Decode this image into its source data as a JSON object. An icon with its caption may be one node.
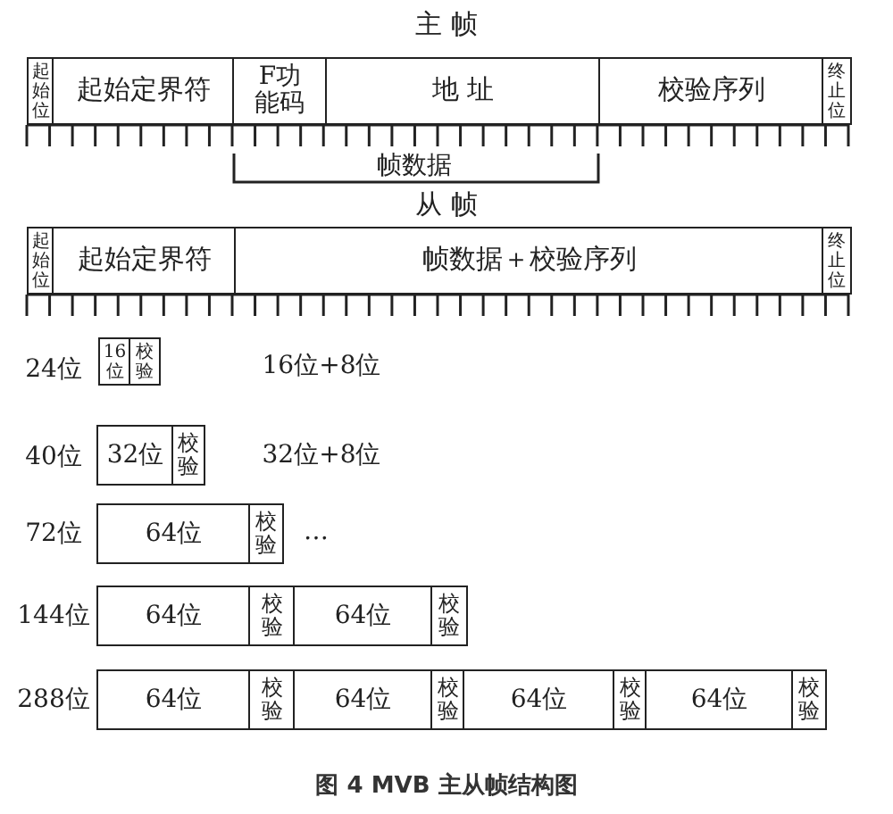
{
  "diagram": {
    "caption": "图 4 MVB 主从帧结构图",
    "nodes": [
      {
        "text": [
          "起始位"
        ]
      },
      {
        "text": [
          "起始定界符"
        ]
      },
      {
        "text": [
          "F功能码"
        ]
      },
      {
        "text": [
          "地 址"
        ]
      },
      {
        "text": [
          "校验序列"
        ]
      },
      {
        "text": [
          "终止位"
        ]
      },
      {
        "text": [
          "起始位"
        ]
      },
      {
        "text": [
          "起始定界符"
        ]
      },
      {
        "text": [
          "帧数据＋校验序列"
        ]
      },
      {
        "text": [
          "终止位"
        ]
      },
      {
        "text": [
          "16位"
        ]
      },
      {
        "text": [
          "校验"
        ]
      },
      {
        "text": [
          "32位"
        ]
      },
      {
        "text": [
          "校验"
        ]
      },
      {
        "text": [
          "64位"
        ]
      },
      {
        "text": [
          "校验"
        ]
      },
      {
        "text": [
          "64位"
        ]
      },
      {
        "text": [
          "校验"
        ]
      },
      {
        "text": [
          "64位"
        ]
      },
      {
        "text": [
          "校验"
        ]
      },
      {
        "text": [
          "64位"
        ]
      },
      {
        "text": [
          "校验"
        ]
      },
      {
        "text": [
          "64位"
        ]
      },
      {
        "text": [
          "校验"
        ]
      },
      {
        "text": [
          "64位"
        ]
      },
      {
        "text": [
          "校验"
        ]
      },
      {
        "text": [
          "64位"
        ]
      },
      {
        "text": [
          "校验"
        ]
      }
    ],
    "labels": [
      "主 帧",
      "帧数据",
      "从 帧",
      "24位",
      "16位+8位",
      "40位",
      "32位+8位",
      "72位",
      "…",
      "144位",
      "288位"
    ]
  }
}
